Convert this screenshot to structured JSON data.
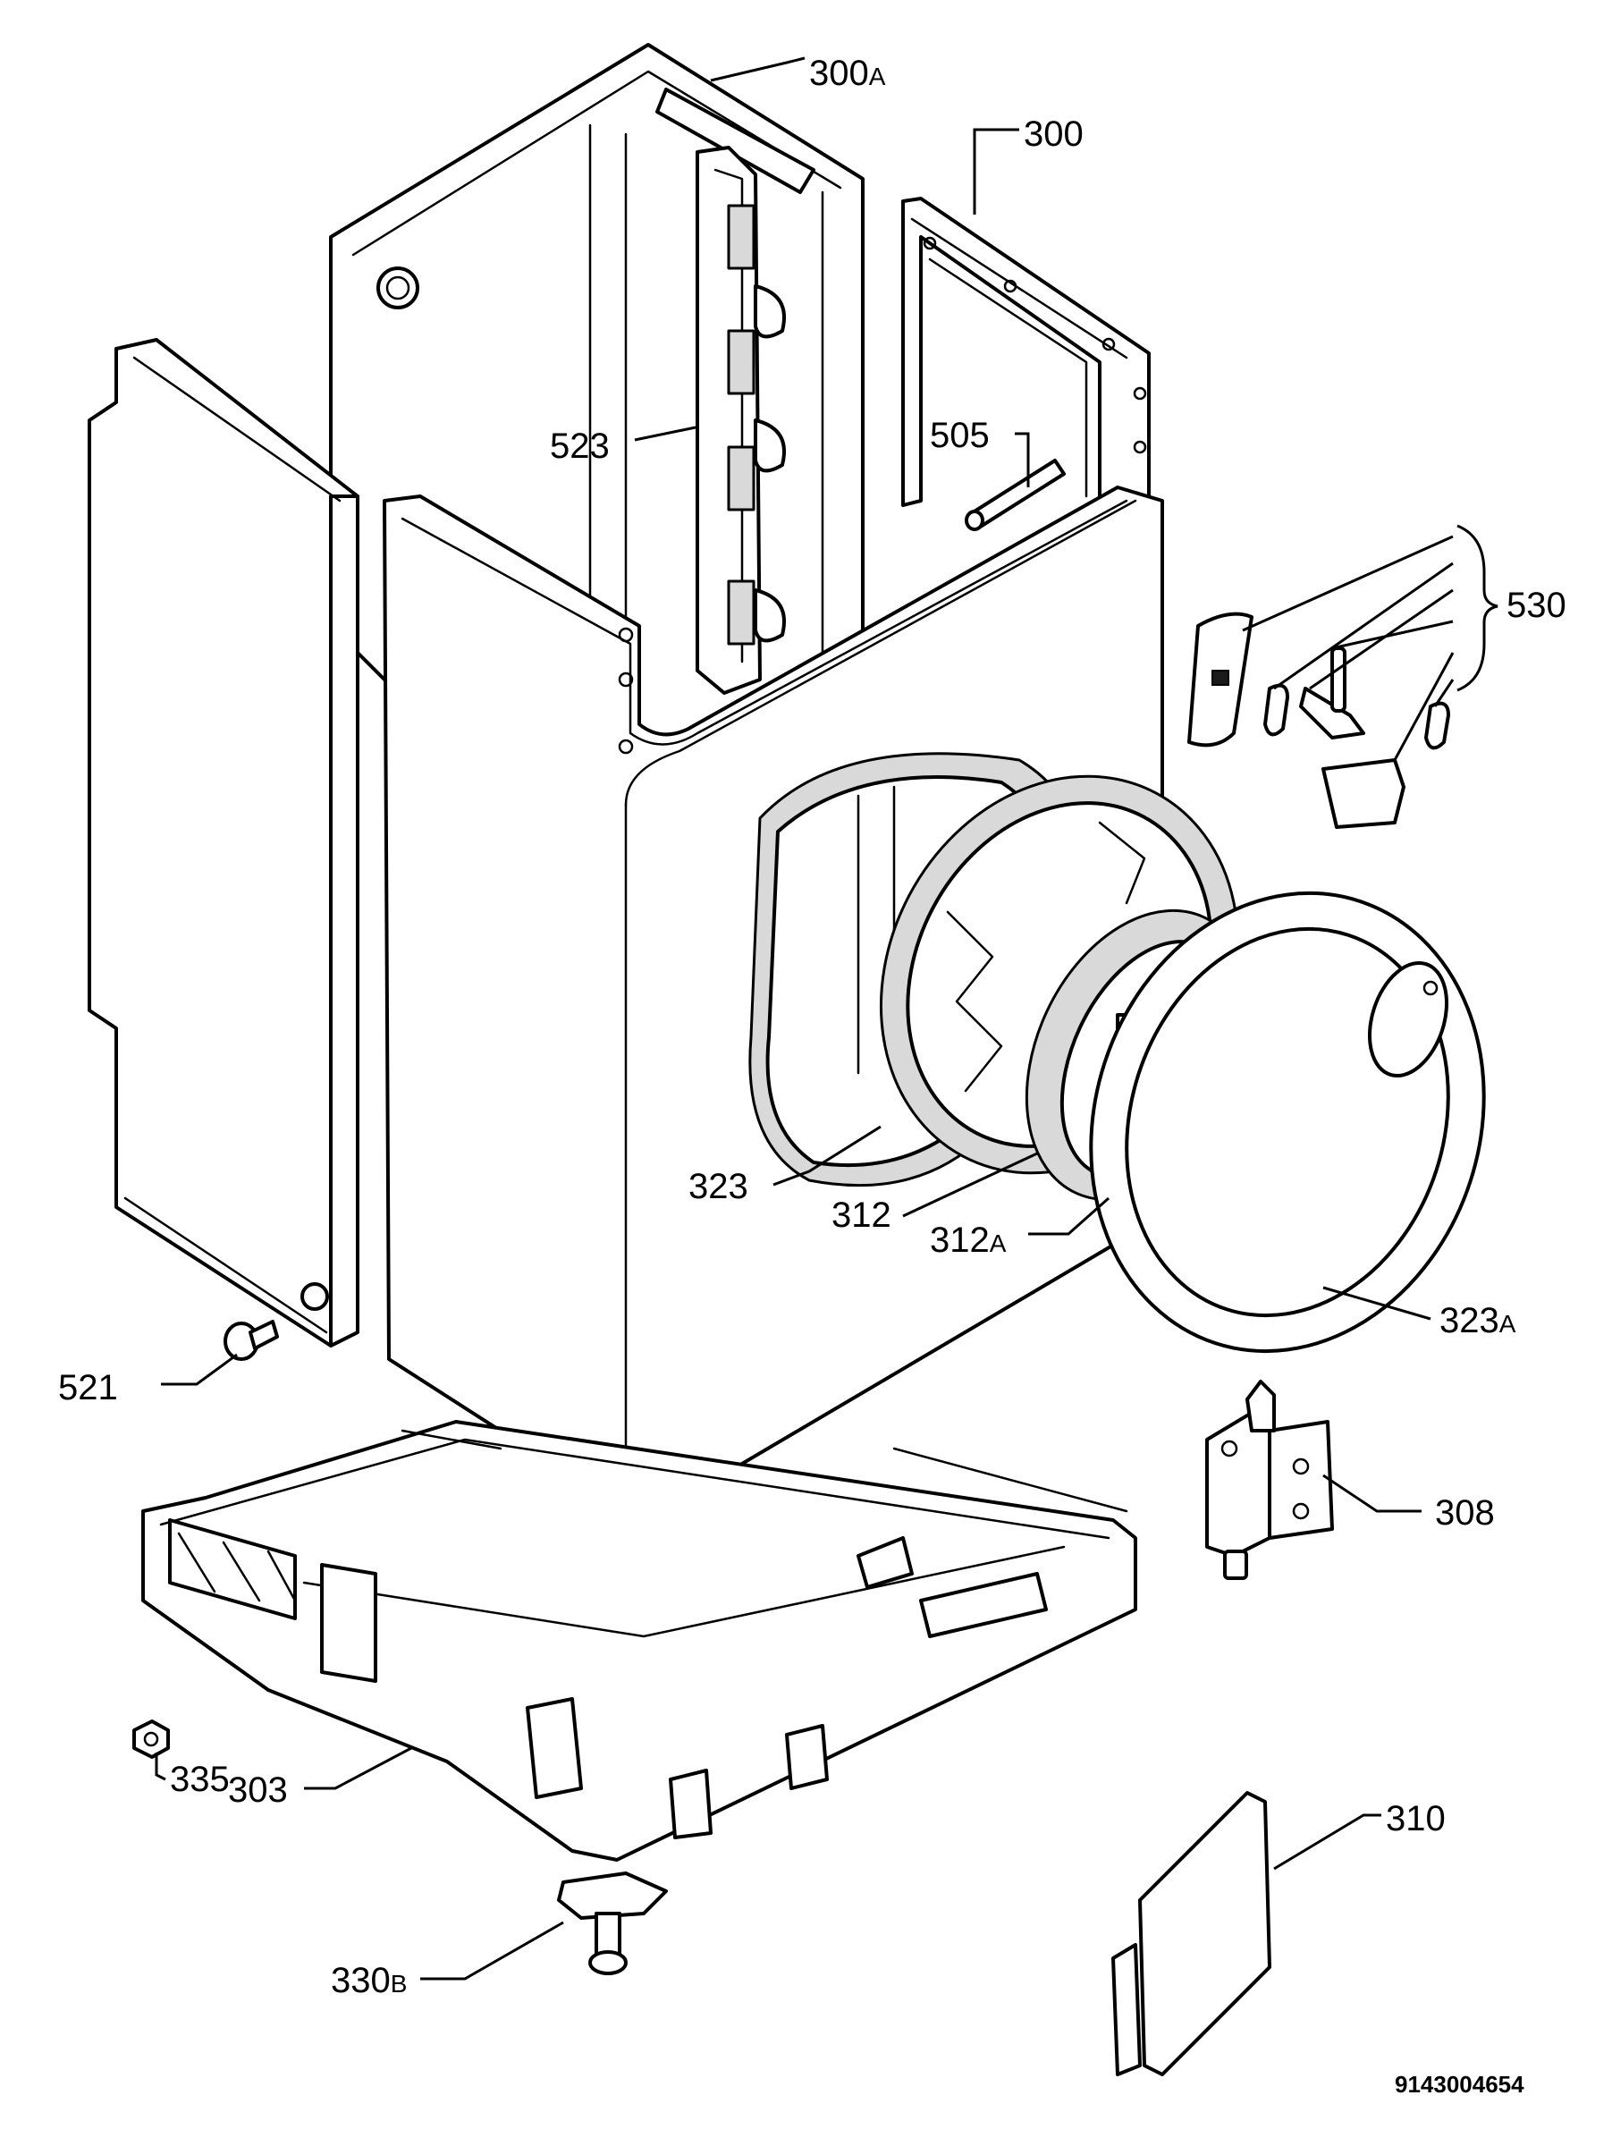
{
  "diagram": {
    "document_number": "9143004654",
    "callouts": [
      {
        "id": "c300a",
        "main": "300",
        "suffix": "A"
      },
      {
        "id": "c300",
        "main": "300",
        "suffix": ""
      },
      {
        "id": "c523",
        "main": "523",
        "suffix": ""
      },
      {
        "id": "c505",
        "main": "505",
        "suffix": ""
      },
      {
        "id": "c530",
        "main": "530",
        "suffix": ""
      },
      {
        "id": "c323",
        "main": "323",
        "suffix": ""
      },
      {
        "id": "c312",
        "main": "312",
        "suffix": ""
      },
      {
        "id": "c312a",
        "main": "312",
        "suffix": "A"
      },
      {
        "id": "c323a",
        "main": "323",
        "suffix": "A"
      },
      {
        "id": "c521",
        "main": "521",
        "suffix": ""
      },
      {
        "id": "c308",
        "main": "308",
        "suffix": ""
      },
      {
        "id": "c335",
        "main": "335",
        "suffix": ""
      },
      {
        "id": "c303",
        "main": "303",
        "suffix": ""
      },
      {
        "id": "c310",
        "main": "310",
        "suffix": ""
      },
      {
        "id": "c330b",
        "main": "330",
        "suffix": "B"
      }
    ]
  }
}
